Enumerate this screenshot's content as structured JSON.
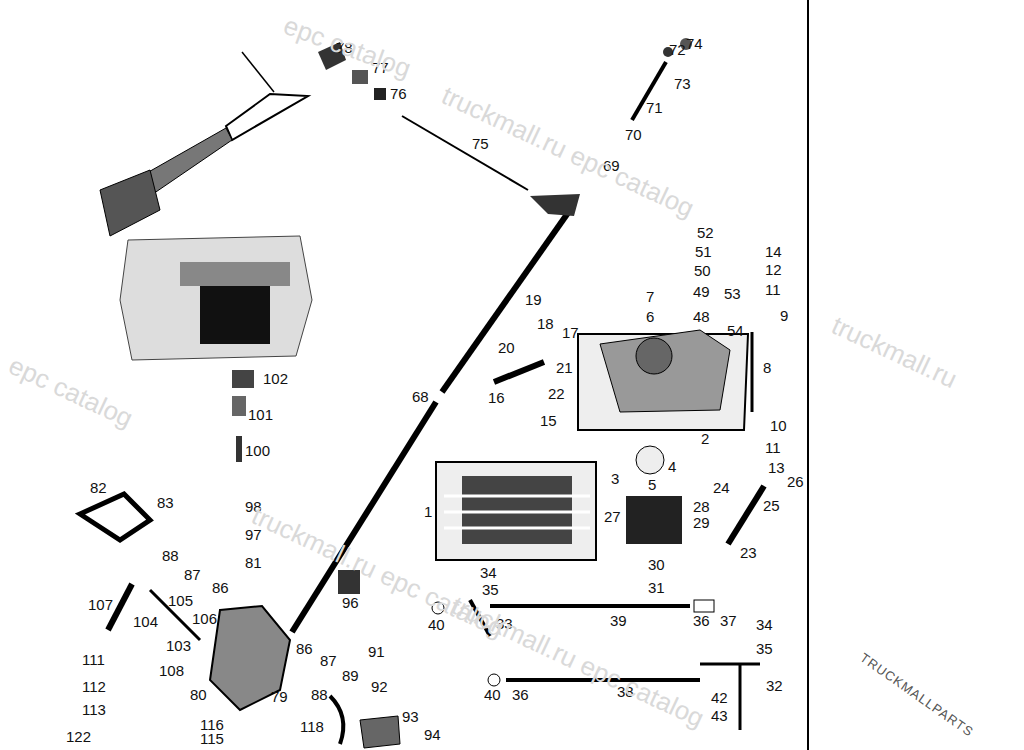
{
  "diagram": {
    "labels": [
      "78",
      "77",
      "76",
      "75",
      "72",
      "74",
      "73",
      "71",
      "70",
      "69",
      "52",
      "51",
      "50",
      "14",
      "12",
      "11",
      "49",
      "53",
      "9",
      "7",
      "6",
      "48",
      "54",
      "19",
      "18",
      "17",
      "20",
      "21",
      "8",
      "22",
      "16",
      "15",
      "2",
      "10",
      "11",
      "4",
      "3",
      "5",
      "13",
      "24",
      "26",
      "25",
      "28",
      "29",
      "27",
      "1",
      "23",
      "30",
      "31",
      "34",
      "35",
      "33",
      "39",
      "36",
      "37",
      "40",
      "34",
      "35",
      "40",
      "36",
      "38",
      "32",
      "42",
      "43",
      "102",
      "101",
      "100",
      "82",
      "83",
      "98",
      "97",
      "81",
      "88",
      "87",
      "86",
      "107",
      "105",
      "106",
      "104",
      "103",
      "111",
      "108",
      "112",
      "113",
      "80",
      "79",
      "86",
      "87",
      "91",
      "89",
      "92",
      "88",
      "118",
      "116",
      "115",
      "93",
      "94",
      "122",
      "96",
      "68",
      "epc catalog",
      "truckmall.ru epc catalog",
      "truckmall.ru",
      "epc catalog",
      "truckmall.ru epc catalog",
      "truckmall.ru epc catalog",
      "TRUCKMALLPARTS"
    ]
  }
}
